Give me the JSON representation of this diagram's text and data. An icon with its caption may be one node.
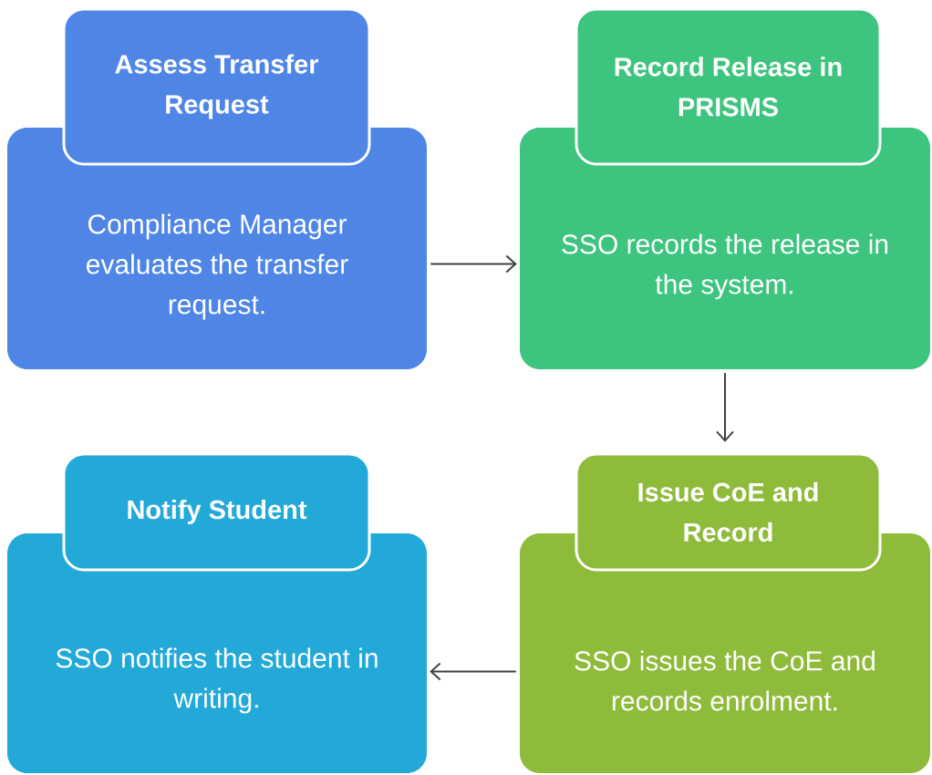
{
  "diagram": {
    "nodes": [
      {
        "text": [
          "Assess Transfer Request",
          "Compliance Manager evaluates the transfer request."
        ]
      },
      {
        "text": [
          "Record Release in PRISMS",
          "SSO records the release in the system."
        ]
      },
      {
        "text": [
          "Notify Student",
          "SSO notifies the student in writing."
        ]
      },
      {
        "text": [
          "Issue CoE and Record",
          "SSO issues the CoE and records enrolment."
        ]
      }
    ],
    "edges": [
      {
        "from": 0,
        "to": 1,
        "arrow": "to"
      },
      {
        "from": 1,
        "to": 3,
        "arrow": "to"
      },
      {
        "from": 3,
        "to": 2,
        "arrow": "to"
      }
    ]
  }
}
